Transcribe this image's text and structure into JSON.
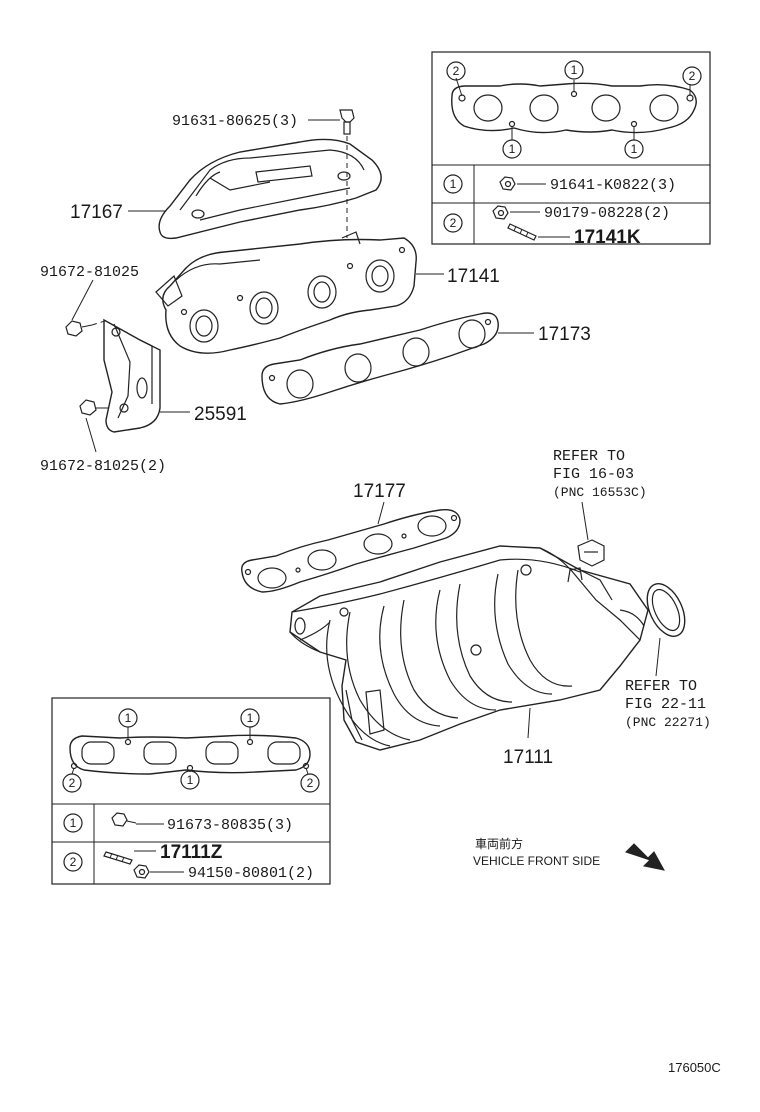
{
  "callouts": {
    "bolt_heat_insulator": "91631-80625(3)",
    "heat_insulator": "17167",
    "bolt_bracket_top": "91672-81025",
    "exhaust_manifold": "17141",
    "exhaust_gasket": "17173",
    "bracket": "25591",
    "bolt_bracket_bottom": "91672-81025(2)",
    "intake_gasket": "17177",
    "intake_manifold": "17111"
  },
  "refer_top": {
    "line1": "REFER TO",
    "line2": "FIG 16-03",
    "line3": "(PNC 16553C)"
  },
  "refer_bottom": {
    "line1": "REFER TO",
    "line2": "FIG 22-11",
    "line3": "(PNC 22271)"
  },
  "exhaust_detail_box": {
    "marker_1": "1",
    "marker_2": "2",
    "row1_part": "91641-K0822(3)",
    "row2_part_a": "90179-08228(2)",
    "row2_part_b": "17141K"
  },
  "intake_detail_box": {
    "marker_1": "1",
    "marker_2": "2",
    "row1_part": "91673-80835(3)",
    "row2_part_a": "17111Z",
    "row2_part_b": "94150-80801(2)"
  },
  "direction_note": {
    "japanese": "車両前方",
    "english": "VEHICLE FRONT SIDE"
  },
  "figure_code": "176050C"
}
